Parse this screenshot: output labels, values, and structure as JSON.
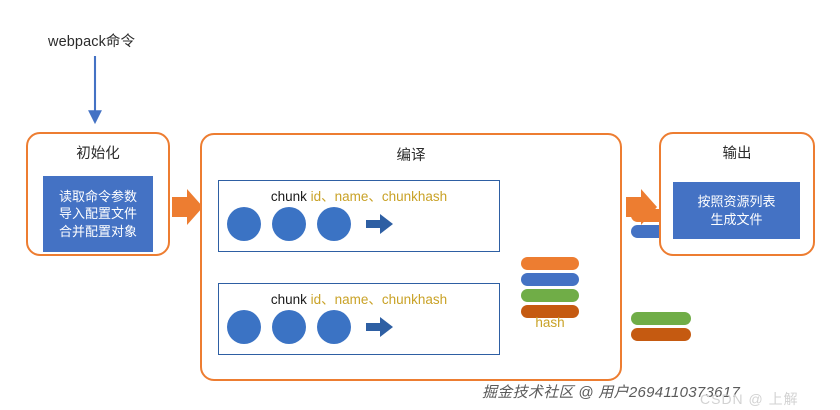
{
  "diagram": {
    "entry_label": "webpack命令",
    "stages": [
      {
        "id": "init",
        "title": "初始化",
        "panel_lines": [
          "读取命令参数",
          "导入配置文件",
          "合并配置对象"
        ]
      },
      {
        "id": "compile",
        "title": "编译"
      },
      {
        "id": "output",
        "title": "输出",
        "panel_lines": [
          "按照资源列表",
          "生成文件"
        ]
      }
    ],
    "chunk_groups": [
      {
        "keyword": "chunk",
        "attributes": "id、name、chunkhash",
        "circle_count": 3,
        "bars": [
          "#ED7D31",
          "#4472C4"
        ]
      },
      {
        "keyword": "chunk",
        "attributes": "id、name、chunkhash",
        "circle_count": 3,
        "bars": [
          "#70AD47",
          "#C55A11"
        ]
      }
    ],
    "hash": {
      "label": "hash",
      "bars": [
        "#ED7D31",
        "#4472C4",
        "#70AD47",
        "#C55A11"
      ]
    },
    "colors": {
      "stage_border": "#ED7D31",
      "arrow_orange": "#ED7D31",
      "arrow_blue": "#4472C4",
      "panel_blue": "#4472C4",
      "chunk_border": "#2E5FA3",
      "attr_gold": "#C9A227",
      "circle_blue": "#3B73C4"
    }
  },
  "watermarks": {
    "main": "掘金技术社区 @ 用户2694110373617",
    "secondary": "CSDN @ 上解"
  }
}
